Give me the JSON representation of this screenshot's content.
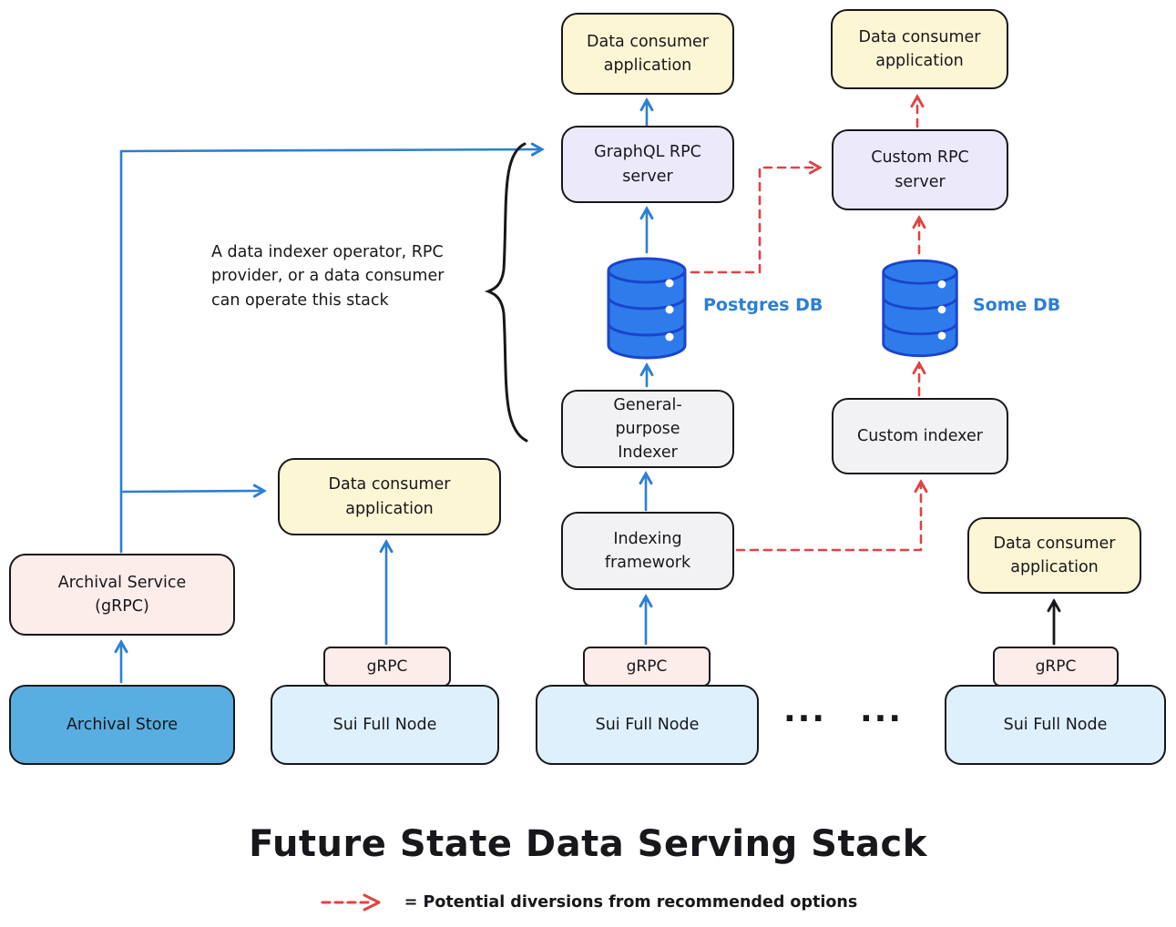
{
  "title": "Future State Data Serving Stack",
  "legend": {
    "text": "= Potential diversions from recommended options"
  },
  "annotation": {
    "text": "A data indexer operator, RPC provider, or a data consumer can operate this stack"
  },
  "boxes": {
    "data_consumer_app": "Data consumer application",
    "graphql_rpc_server": "GraphQL RPC server",
    "custom_rpc_server": "Custom RPC server",
    "general_purpose_indexer": "General-purpose Indexer",
    "custom_indexer": "Custom indexer",
    "indexing_framework": "Indexing framework",
    "archival_service": "Archival Service (gRPC)",
    "archival_store": "Archival Store",
    "sui_full_node": "Sui Full Node",
    "grpc": "gRPC"
  },
  "databases": {
    "postgres": "Postgres DB",
    "some": "Some DB"
  },
  "ellipsis": "...",
  "colors": {
    "blue_arrow": "#2b7fd4",
    "red_arrow": "#e04343",
    "black_line": "#17171c",
    "db_fill": "#2e7cec",
    "db_stroke": "#1b44cc",
    "db_label": "#2b7fd4",
    "yellow_box": "#fdf6d5",
    "lavender_box": "#ece9fb",
    "gray_box": "#f2f2f5",
    "pink_box": "#fcecea",
    "store_blue_box": "#58aee1",
    "node_lightblue_box": "#def0fb"
  }
}
